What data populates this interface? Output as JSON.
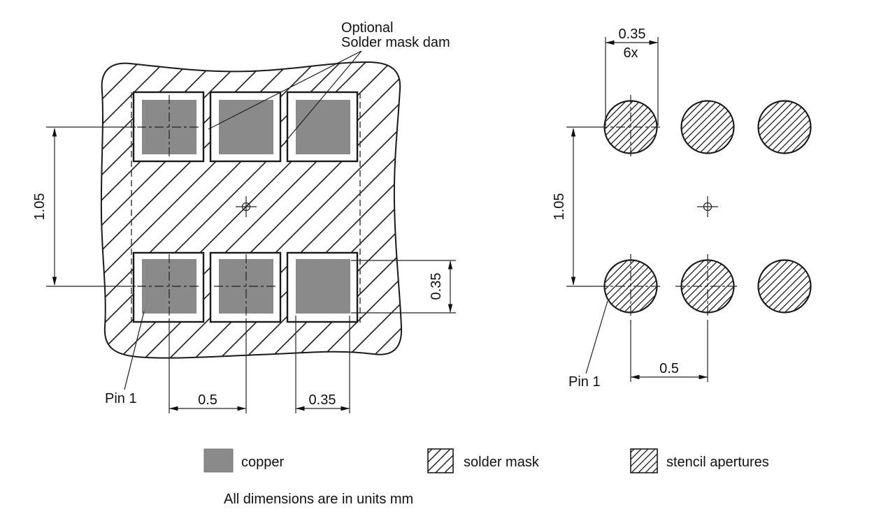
{
  "left_figure": {
    "note": {
      "line1": "Optional",
      "line2": "Solder mask dam"
    },
    "pin_label": "Pin 1",
    "dims": {
      "vertical_pitch": "1.05",
      "horizontal_pitch": "0.5",
      "pad_width": "0.35",
      "pad_height": "0.35"
    }
  },
  "right_figure": {
    "pin_label": "Pin 1",
    "dims": {
      "aperture_diameter": "0.35",
      "aperture_count": "6x",
      "vertical_pitch": "1.05",
      "horizontal_pitch": "0.5"
    }
  },
  "legend": {
    "copper_label": "copper",
    "solder_mask_label": "solder mask",
    "stencil_label": "stencil apertures"
  },
  "footer_note": "All dimensions are in units mm",
  "colors": {
    "copper": "#8a8a8a",
    "line": "#111111",
    "background": "#ffffff"
  }
}
